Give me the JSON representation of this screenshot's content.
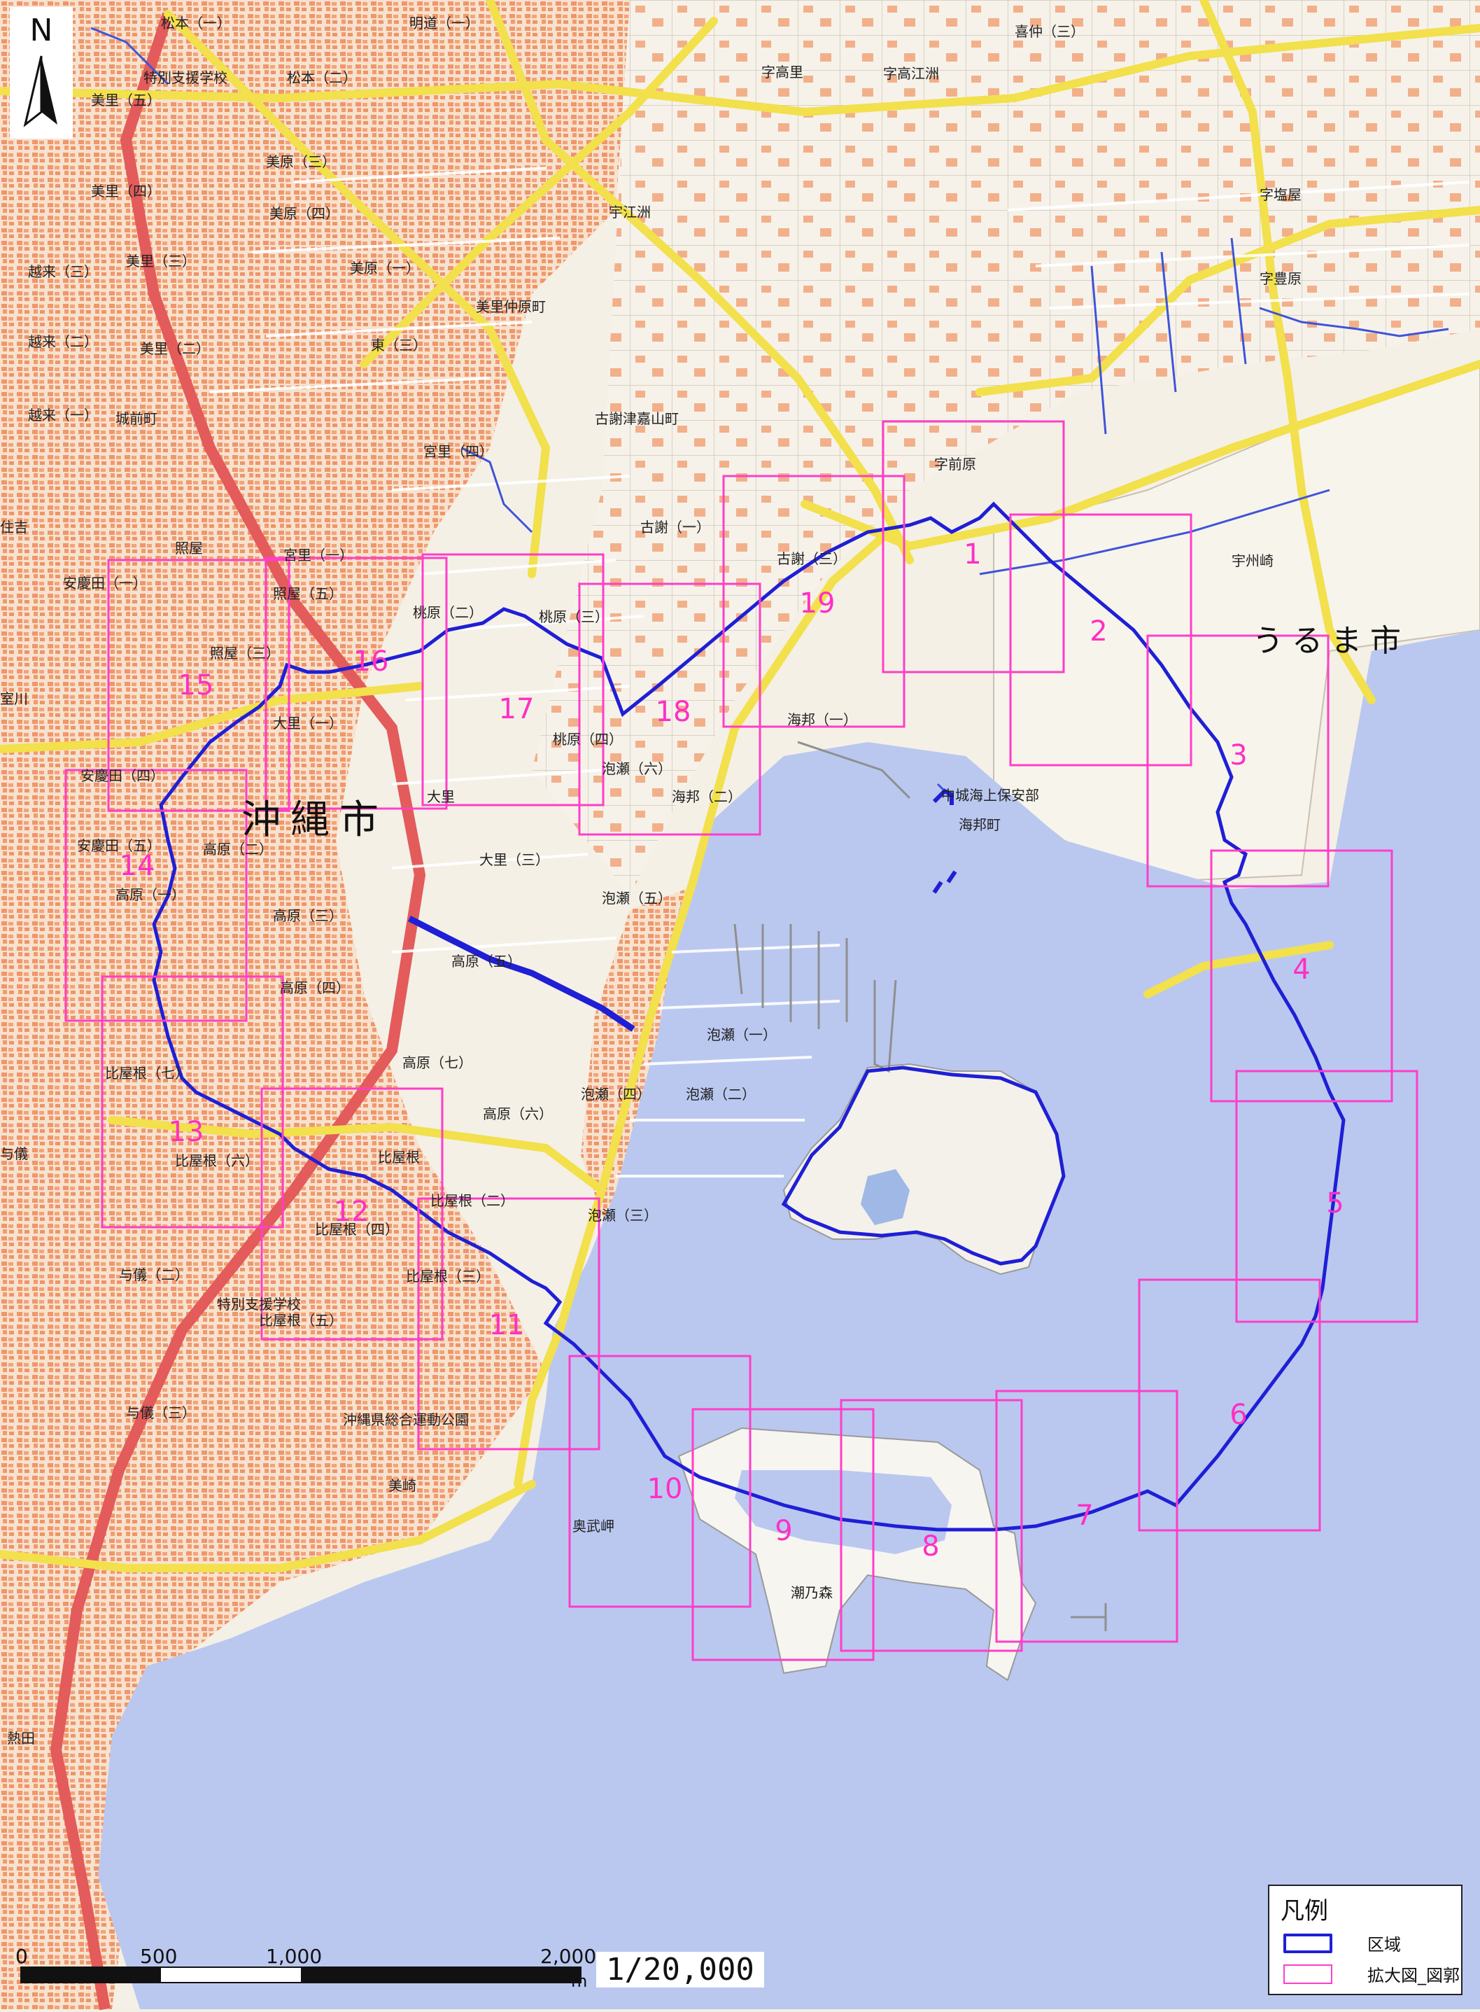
{
  "colors": {
    "boundary": "#1f1fd6",
    "sheet_frame": "#ff3ec8",
    "sea": "#b9c9f0",
    "land": "#f3efe4",
    "urban": "#f5a77a",
    "road_major": "#f2e04c",
    "road_national": "#e35b5b"
  },
  "compass": {
    "label": "N"
  },
  "city_labels": {
    "okinawa": "沖縄市",
    "uruma": "うるま市"
  },
  "place_labels": [
    "松本（一）",
    "明道（一）",
    "喜仲（三）",
    "特別支援学校",
    "松本（二）",
    "字高里",
    "字高江洲",
    "美里（五）",
    "美原（三）",
    "美原（四）",
    "美里（四）",
    "宇江洲",
    "字塩屋",
    "越来（三）",
    "美里（三）",
    "美原（一）",
    "美里仲原町",
    "字豊原",
    "越来（二）",
    "美里（二）",
    "東（三）",
    "越来（一）",
    "城前町",
    "古謝津嘉山町",
    "宮里（四）",
    "字前原",
    "住吉",
    "宮里（一）",
    "古謝（一）",
    "照屋",
    "古謝（三）",
    "宇州崎",
    "安慶田（一）",
    "照屋（五）",
    "桃原（二）",
    "桃原（三）",
    "照屋（三）",
    "大里（一）",
    "海邦（一）",
    "室川",
    "桃原（四）",
    "泡瀬（六）",
    "安慶田（四）",
    "大里",
    "海邦（二）",
    "中城海上保安部",
    "海邦町",
    "安慶田（五）",
    "高原（二）",
    "大里（三）",
    "泡瀬（五）",
    "高原（一）",
    "高原（三）",
    "高原（五）",
    "高原（四）",
    "泡瀬（一）",
    "比屋根（七）",
    "高原（七）",
    "泡瀬（四）",
    "泡瀬（二）",
    "高原（六）",
    "与儀",
    "比屋根（六）",
    "比屋根",
    "比屋根（二）",
    "泡瀬（三）",
    "比屋根（四）",
    "与儀（二）",
    "比屋根（三）",
    "特別支援学校",
    "比屋根（五）",
    "与儀（三）",
    "沖縄県総合運動公園",
    "美崎",
    "奥武岬",
    "潮乃森",
    "熱田"
  ],
  "sheet_numbers": [
    "1",
    "2",
    "3",
    "4",
    "5",
    "6",
    "7",
    "8",
    "9",
    "10",
    "11",
    "12",
    "13",
    "14",
    "15",
    "16",
    "17",
    "18",
    "19"
  ],
  "legend": {
    "title": "凡例",
    "items": [
      {
        "label": "区域",
        "kind": "boundary"
      },
      {
        "label": "拡大図_図郭",
        "kind": "sheet_frame"
      }
    ]
  },
  "scale": {
    "ticks": [
      "0",
      "500",
      "1,000",
      "2,000"
    ],
    "unit": "m",
    "ratio": "1/20,000"
  }
}
